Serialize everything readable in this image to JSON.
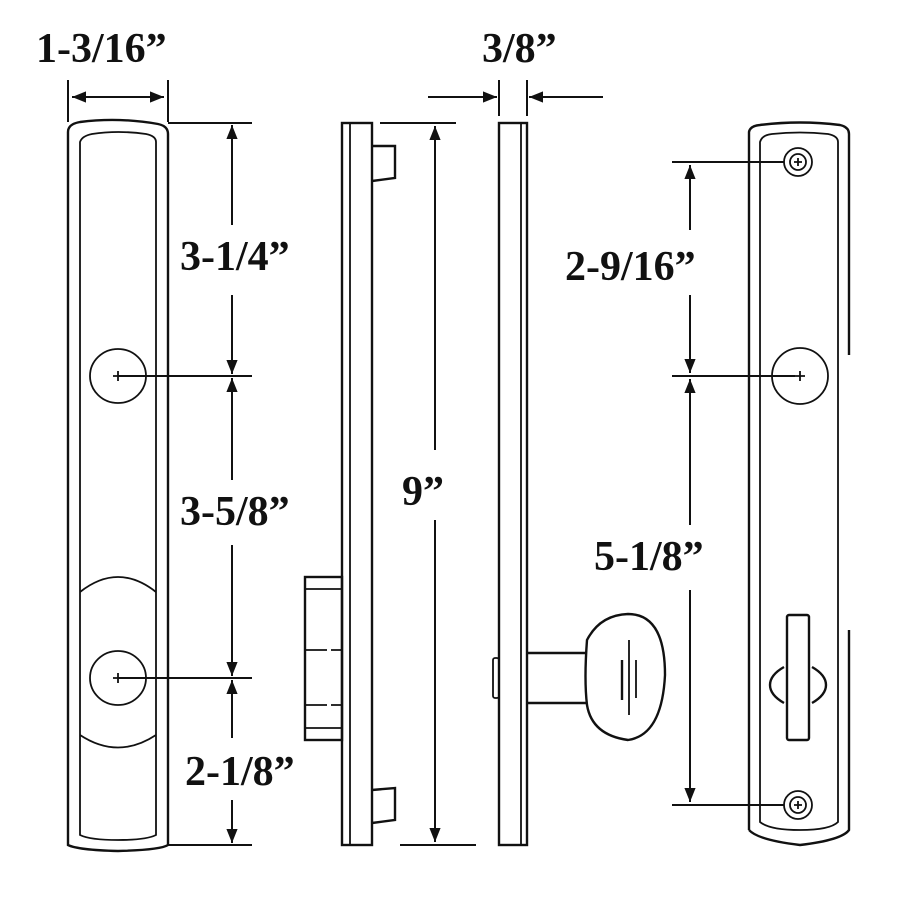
{
  "diagram": {
    "subject": "Sliding door handle set dimension drawing",
    "background": "#ffffff",
    "stroke_color": "#111111",
    "views": [
      {
        "id": "front-view-interior",
        "description": "Handle plate front view with two spindle/screw holes and thumb-turn recess"
      },
      {
        "id": "side-view-with-latch",
        "description": "Side profile with latch housing and mounting lugs"
      },
      {
        "id": "side-view-with-knob",
        "description": "Side profile with thumb-turn knob"
      },
      {
        "id": "front-view-exterior",
        "description": "Plate front view with top/bottom screws, center hole and thumb-turn lever"
      }
    ]
  },
  "dimensions": {
    "plate_width": "1-3/16”",
    "plate_depth": "3/8”",
    "top_to_first_hole": "3-1/4”",
    "hole_spacing_left": "3-5/8”",
    "second_hole_to_bottom": "2-1/8”",
    "overall_height": "9”",
    "screw_to_center_hole": "2-9/16”",
    "center_hole_to_bottom_screw": "5-1/8”"
  }
}
